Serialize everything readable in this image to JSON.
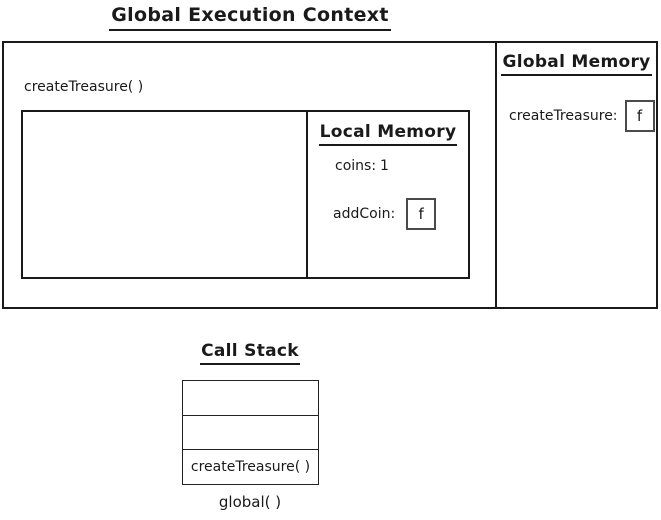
{
  "diagram": {
    "title": "Global Execution Context",
    "execution_context": {
      "function_call_label": "createTreasure( )",
      "local_memory": {
        "title": "Local Memory",
        "entries": [
          {
            "label": "coins:",
            "value": "1",
            "boxed": false
          },
          {
            "label": "addCoin:",
            "value": "f",
            "boxed": true
          }
        ]
      }
    },
    "global_memory": {
      "title": "Global Memory",
      "entries": [
        {
          "label": "createTreasure:",
          "value": "f",
          "boxed": true
        }
      ]
    },
    "call_stack": {
      "title": "Call Stack",
      "frames": [
        "",
        "",
        "createTreasure( )"
      ],
      "base_label": "global( )"
    },
    "colors": {
      "ink": "#1a1a1a",
      "background": "#ffffff"
    }
  }
}
